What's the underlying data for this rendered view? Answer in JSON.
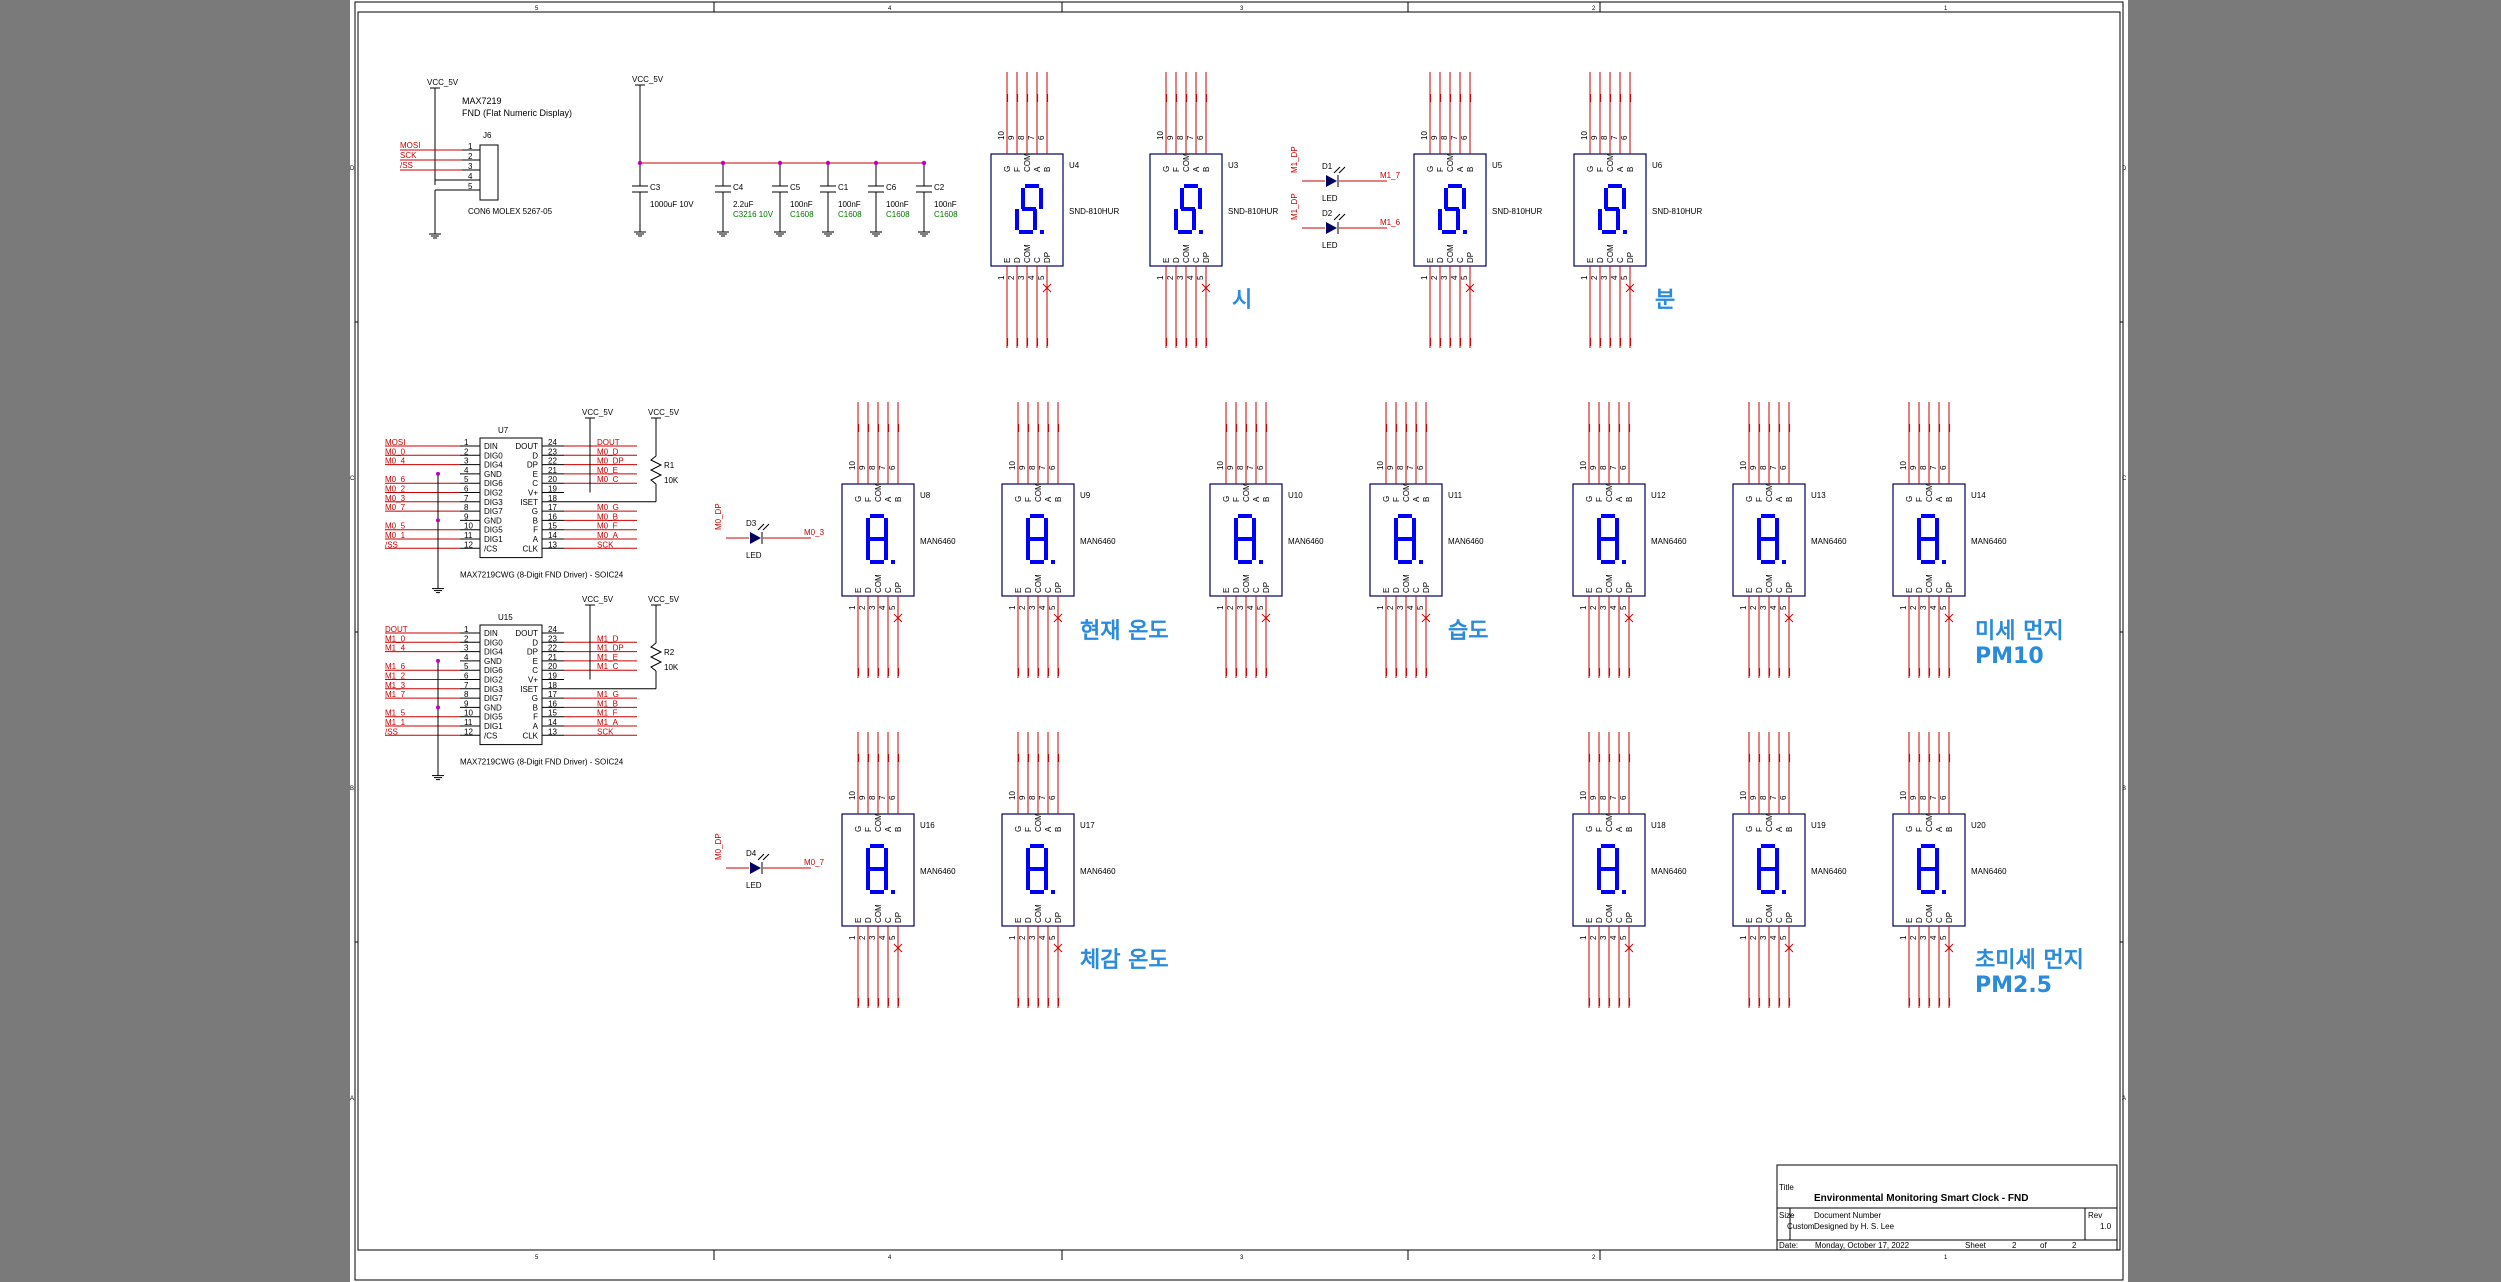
{
  "schematic": {
    "connector": {
      "ref": "J6",
      "title_line1": "MAX7219",
      "title_line2": "FND (Flat Numeric Display)",
      "part": "CON6 MOLEX 5267-05",
      "power": "VCC_5V",
      "nets": [
        "MOSI",
        "SCK",
        "/SS"
      ],
      "pins": [
        "1",
        "2",
        "3",
        "4",
        "5"
      ]
    },
    "capacitors": [
      {
        "ref": "C3",
        "value": "1000uF 10V",
        "pkg": ""
      },
      {
        "ref": "C4",
        "value": "2.2uF",
        "pkg": "C3216 10V"
      },
      {
        "ref": "C5",
        "value": "100nF",
        "pkg": "C1608"
      },
      {
        "ref": "C1",
        "value": "100nF",
        "pkg": "C1608"
      },
      {
        "ref": "C6",
        "value": "100nF",
        "pkg": "C1608"
      },
      {
        "ref": "C2",
        "value": "100nF",
        "pkg": "C1608"
      }
    ],
    "cap_power": "VCC_5V",
    "drivers": [
      {
        "ref": "U7",
        "desc": "MAX7219CWG (8-Digit FND Driver) - SOIC24",
        "power": "VCC_5V",
        "res_power": "VCC_5V",
        "res_ref": "R1",
        "res_val": "10K",
        "left_pins": [
          "DIN",
          "DIG0",
          "DIG4",
          "GND",
          "DIG6",
          "DIG2",
          "DIG3",
          "DIG7",
          "GND",
          "DIG5",
          "DIG1",
          "/CS"
        ],
        "left_nums": [
          "1",
          "2",
          "3",
          "4",
          "5",
          "6",
          "7",
          "8",
          "9",
          "10",
          "11",
          "12"
        ],
        "right_pins": [
          "DOUT",
          "D",
          "DP",
          "E",
          "C",
          "V+",
          "ISET",
          "G",
          "B",
          "F",
          "A",
          "CLK"
        ],
        "right_nums": [
          "24",
          "23",
          "22",
          "21",
          "20",
          "19",
          "18",
          "17",
          "16",
          "15",
          "14",
          "13"
        ],
        "left_nets": [
          "MOSI",
          "M0_0",
          "M0_4",
          "",
          "M0_6",
          "M0_2",
          "M0_3",
          "M0_7",
          "",
          "M0_5",
          "M0_1",
          "/SS"
        ],
        "right_nets": [
          "DOUT",
          "M0_D",
          "M0_DP",
          "M0_E",
          "M0_C",
          "",
          "",
          "M0_G",
          "M0_B",
          "M0_F",
          "M0_A",
          "SCK"
        ]
      },
      {
        "ref": "U15",
        "desc": "MAX7219CWG (8-Digit FND Driver) - SOIC24",
        "power": "VCC_5V",
        "res_power": "VCC_5V",
        "res_ref": "R2",
        "res_val": "10K",
        "left_pins": [
          "DIN",
          "DIG0",
          "DIG4",
          "GND",
          "DIG6",
          "DIG2",
          "DIG3",
          "DIG7",
          "GND",
          "DIG5",
          "DIG1",
          "/CS"
        ],
        "left_nums": [
          "1",
          "2",
          "3",
          "4",
          "5",
          "6",
          "7",
          "8",
          "9",
          "10",
          "11",
          "12"
        ],
        "right_pins": [
          "DOUT",
          "D",
          "DP",
          "E",
          "C",
          "V+",
          "ISET",
          "G",
          "B",
          "F",
          "A",
          "CLK"
        ],
        "right_nums": [
          "24",
          "23",
          "22",
          "21",
          "20",
          "19",
          "18",
          "17",
          "16",
          "15",
          "14",
          "13"
        ],
        "left_nets": [
          "DOUT",
          "M1_0",
          "M1_4",
          "",
          "M1_6",
          "M1_2",
          "M1_3",
          "M1_7",
          "",
          "M1_5",
          "M1_1",
          "/SS"
        ],
        "right_nets": [
          "",
          "M1_D",
          "M1_DP",
          "M1_E",
          "M1_C",
          "",
          "",
          "M1_G",
          "M1_B",
          "M1_F",
          "M1_A",
          "SCK"
        ]
      }
    ],
    "top_fnds": [
      {
        "ref": "U4",
        "part": "SND-810HUR"
      },
      {
        "ref": "U3",
        "part": "SND-810HUR"
      },
      {
        "ref": "U5",
        "part": "SND-810HUR"
      },
      {
        "ref": "U6",
        "part": "SND-810HUR"
      }
    ],
    "mid_fnds": [
      {
        "ref": "U8",
        "part": "MAN6460"
      },
      {
        "ref": "U9",
        "part": "MAN6460"
      },
      {
        "ref": "U10",
        "part": "MAN6460"
      },
      {
        "ref": "U11",
        "part": "MAN6460"
      },
      {
        "ref": "U12",
        "part": "MAN6460"
      },
      {
        "ref": "U13",
        "part": "MAN6460"
      },
      {
        "ref": "U14",
        "part": "MAN6460"
      }
    ],
    "bot_fnds": [
      {
        "ref": "U16",
        "part": "MAN6460"
      },
      {
        "ref": "U17",
        "part": "MAN6460"
      },
      {
        "ref": "U18",
        "part": "MAN6460"
      },
      {
        "ref": "U19",
        "part": "MAN6460"
      },
      {
        "ref": "U20",
        "part": "MAN6460"
      }
    ],
    "leds": [
      {
        "ref": "D1",
        "type": "LED",
        "net_in": "M1_DP",
        "net_out": "M1_7"
      },
      {
        "ref": "D2",
        "type": "LED",
        "net_in": "M1_DP",
        "net_out": "M1_6"
      },
      {
        "ref": "D3",
        "type": "LED",
        "net_in": "M0_DP",
        "net_out": "M0_3"
      },
      {
        "ref": "D4",
        "type": "LED",
        "net_in": "M0_DP",
        "net_out": "M0_7"
      }
    ],
    "fnd_pins_top": [
      "G",
      "F",
      "COM",
      "A",
      "B"
    ],
    "fnd_pins_bot": [
      "E",
      "D",
      "COM",
      "C",
      "DP"
    ],
    "fnd_pin_nums_top": [
      "10",
      "9",
      "8",
      "7",
      "6"
    ],
    "fnd_pin_nums_bot": [
      "1",
      "2",
      "3",
      "4",
      "5"
    ],
    "labels": {
      "hour": "시",
      "minute": "분",
      "temp": "현재 온도",
      "humidity": "습도",
      "pm10_line1": "미세 먼지",
      "pm10_line2": "PM10",
      "feels": "체감 온도",
      "pm25_line1": "초미세 먼지",
      "pm25_line2": "PM2.5"
    },
    "zones_h": [
      "5",
      "4",
      "3",
      "2",
      "1"
    ],
    "zones_v": [
      "D",
      "C",
      "B",
      "A"
    ],
    "title_block": {
      "title_label": "Title",
      "title": "Environmental Monitoring Smart Clock - FND",
      "size_label": "Size",
      "size": "Custom",
      "doc_label": "Document Number",
      "doc": "Designed by H. S. Lee",
      "rev_label": "Rev",
      "rev": "1.0",
      "date_label": "Date:",
      "date": "Monday, October 17, 2022",
      "sheet_label": "Sheet",
      "sheet": "2",
      "of_label": "of",
      "of": "2"
    }
  }
}
